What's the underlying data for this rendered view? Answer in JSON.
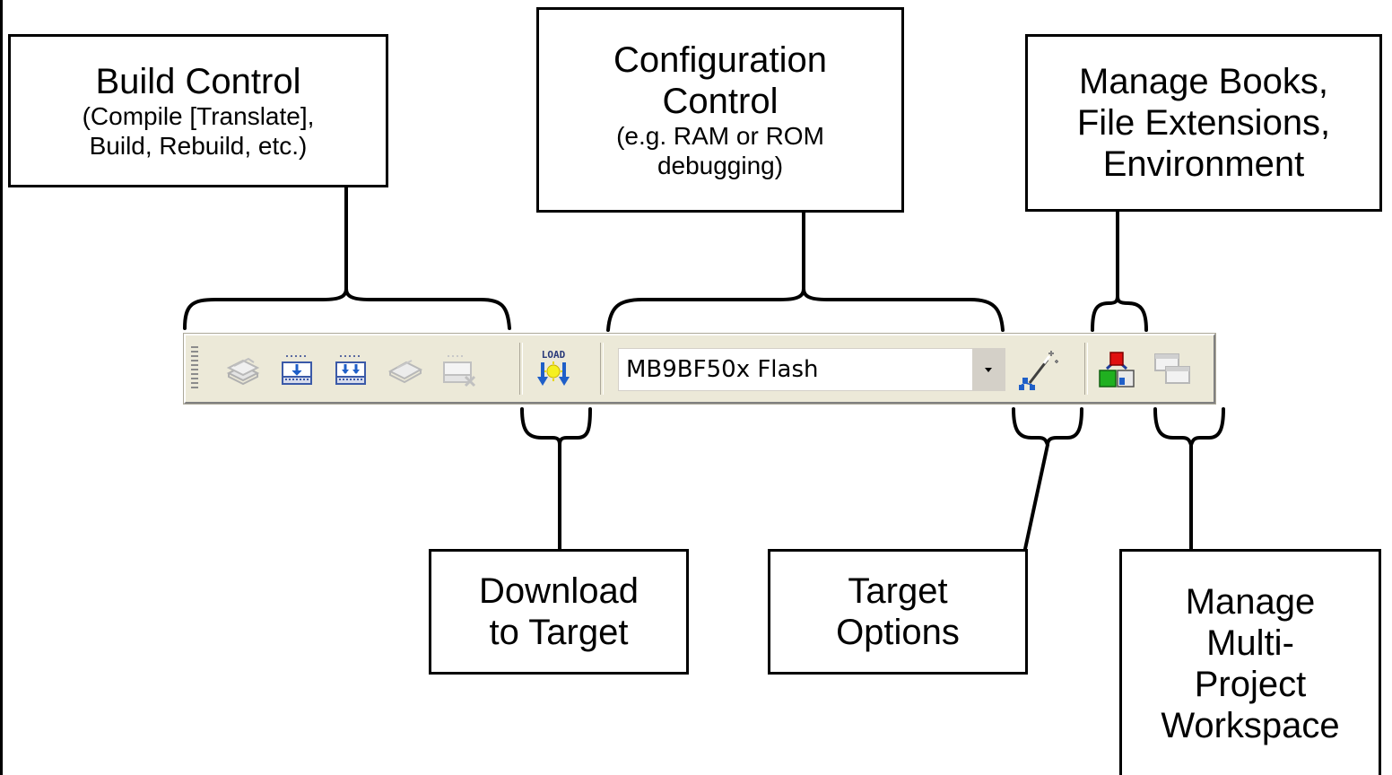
{
  "callouts": {
    "build": {
      "title": "Build Control",
      "line2": "(Compile [Translate],",
      "line3": "Build, Rebuild, etc.)"
    },
    "config": {
      "title1": "Configuration",
      "title2": "Control",
      "line2": "(e.g. RAM or ROM",
      "line3": "debugging)"
    },
    "books": {
      "line1": "Manage Books,",
      "line2": "File Extensions,",
      "line3": "Environment"
    },
    "download": {
      "line1": "Download",
      "line2": "to Target"
    },
    "target": {
      "line1": "Target",
      "line2": "Options"
    },
    "multi": {
      "line1": "Manage",
      "line2": "Multi-",
      "line3": "Project",
      "line4": "Workspace"
    }
  },
  "toolbar": {
    "buttons": [
      {
        "icon": "translate-icon",
        "enabled": false
      },
      {
        "icon": "build-icon",
        "enabled": true
      },
      {
        "icon": "rebuild-icon",
        "enabled": true
      },
      {
        "icon": "batch-build-icon",
        "enabled": false
      },
      {
        "icon": "stop-build-icon",
        "enabled": false
      },
      {
        "icon": "load-download-icon",
        "enabled": true,
        "label": "LOAD"
      },
      {
        "icon": "magic-wand-icon",
        "enabled": true
      },
      {
        "icon": "manage-components-icon",
        "enabled": true
      },
      {
        "icon": "multi-project-icon",
        "enabled": false
      }
    ],
    "target_select": {
      "value": "MB9BF50x Flash"
    }
  },
  "colors": {
    "toolbar_bg": "#ece9d8",
    "icon_blue": "#1f5fc8",
    "icon_red": "#e01010",
    "icon_green": "#20b020",
    "disabled_gray": "#c8c8c8"
  }
}
